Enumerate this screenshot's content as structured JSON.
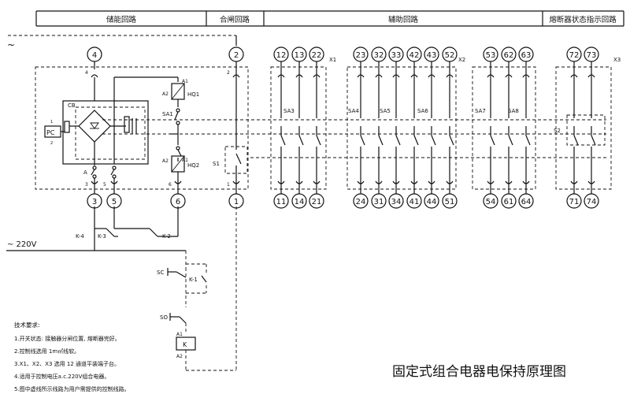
{
  "header": {
    "sections": [
      "储能回路",
      "合闸回路",
      "辅助回路",
      "熔断器状态指示回路"
    ]
  },
  "supply": {
    "ac_symbol": "~",
    "ac_220": "~ 220V"
  },
  "terminal_blocks": [
    "X1",
    "X2",
    "X3"
  ],
  "top_terminals": [
    "4",
    "2",
    "12",
    "13",
    "22",
    "23",
    "32",
    "33",
    "42",
    "43",
    "52",
    "53",
    "62",
    "63",
    "72",
    "73"
  ],
  "bottom_terminals": [
    "3",
    "5",
    "6",
    "1",
    "11",
    "14",
    "21",
    "24",
    "31",
    "34",
    "41",
    "44",
    "51",
    "54",
    "61",
    "64",
    "71",
    "74"
  ],
  "components": {
    "cb": "CB",
    "pc": "PC",
    "a": "A",
    "hq1": "HQ1",
    "hq2": "HQ2",
    "sa1": "SA1",
    "s1": "S1",
    "s2": "S2",
    "a1": "A1",
    "a2": "A2",
    "k_coil": "K",
    "sa": [
      "SA3",
      "SA4",
      "SA5",
      "SA6",
      "SA7",
      "SA8"
    ]
  },
  "relays": [
    "K-4",
    "K-3",
    "K-2",
    "K-1"
  ],
  "switches": {
    "sc": "SC",
    "so": "SO"
  },
  "notes": {
    "title": "技术要求:",
    "items": [
      "1.开关状态: 接触器分闸位置, 熔断器完好。",
      "2.控制线选用 1m㎡线软。",
      "3.X1、X2、X3 选用 12 通道平装端子台。",
      "4.适用于控制电压a.c.220V组合电器。",
      "5.图中虚线所示线路为用户需提供的控制线路。"
    ]
  },
  "diagram_title": "固定式组合电器电保持原理图"
}
